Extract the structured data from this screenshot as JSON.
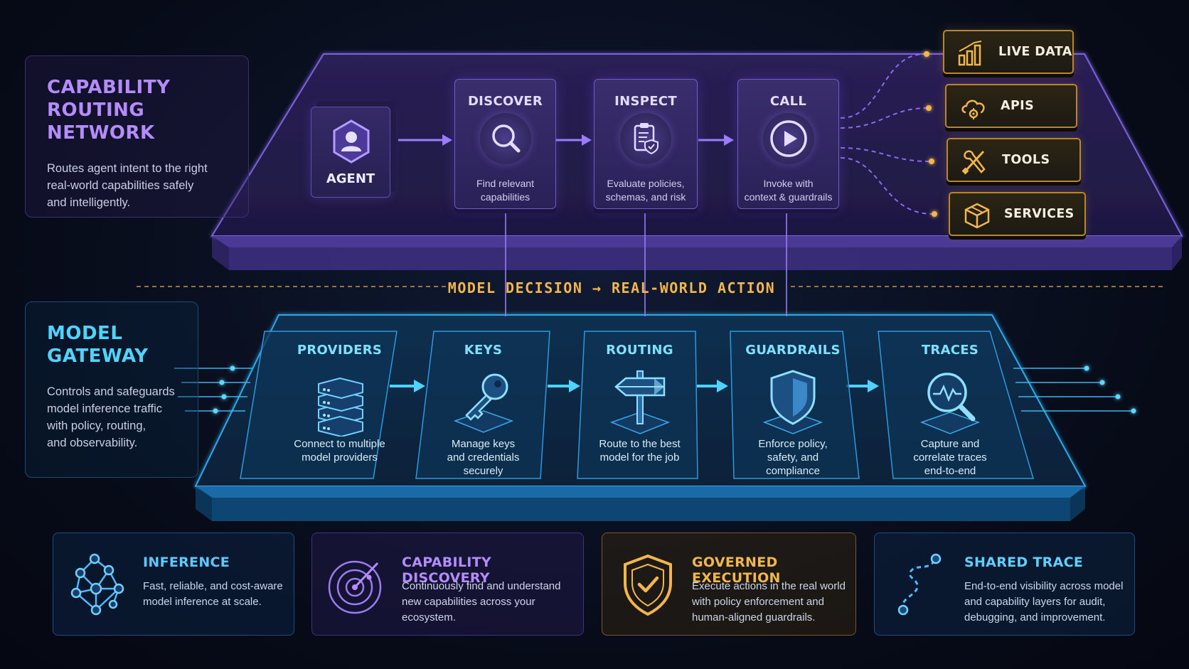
{
  "top_panel": {
    "title": "CAPABILITY\nROUTING NETWORK",
    "description": "Routes agent intent to the right\nreal-world capabilities safely\nand intelligently."
  },
  "agent": {
    "label": "AGENT",
    "icon": "user-hexagon-icon"
  },
  "top_steps": [
    {
      "title": "DISCOVER",
      "description": "Find relevant\ncapabilities",
      "icon": "search-icon"
    },
    {
      "title": "INSPECT",
      "description": "Evaluate policies,\nschemas, and risk",
      "icon": "clipboard-shield-icon"
    },
    {
      "title": "CALL",
      "description": "Invoke with\ncontext & guardrails",
      "icon": "play-icon"
    }
  ],
  "capabilities": [
    {
      "label": "LIVE DATA",
      "icon": "bar-chart-icon"
    },
    {
      "label": "APIS",
      "icon": "cloud-gear-icon"
    },
    {
      "label": "TOOLS",
      "icon": "wrench-screwdriver-icon"
    },
    {
      "label": "SERVICES",
      "icon": "cube-icon"
    }
  ],
  "divider": {
    "label": "MODEL DECISION → REAL-WORLD ACTION"
  },
  "bottom_panel": {
    "title": "MODEL\nGATEWAY",
    "description": "Controls and safeguards\nmodel inference traffic\nwith policy, routing,\nand observability."
  },
  "bottom_steps": [
    {
      "title": "PROVIDERS",
      "description": "Connect to multiple\nmodel providers",
      "icon": "server-stack-icon"
    },
    {
      "title": "KEYS",
      "description": "Manage keys\nand credentials\nsecurely",
      "icon": "key-icon"
    },
    {
      "title": "ROUTING",
      "description": "Route to the best\nmodel for the job",
      "icon": "signpost-icon"
    },
    {
      "title": "GUARDRAILS",
      "description": "Enforce policy,\nsafety, and\ncompliance",
      "icon": "shield-icon"
    },
    {
      "title": "TRACES",
      "description": "Capture and\ncorrelate traces\nend-to-end",
      "icon": "magnifier-waveform-icon"
    }
  ],
  "features": [
    {
      "title": "INFERENCE",
      "description": "Fast, reliable, and cost-aware\nmodel inference at scale.",
      "icon": "network-nodes-icon"
    },
    {
      "title": "CAPABILITY DISCOVERY",
      "description": "Continuously find and understand\nnew capabilities across your\necosystem.",
      "icon": "radar-icon"
    },
    {
      "title": "GOVERNED EXECUTION",
      "description": "Execute actions in the real world\nwith policy enforcement and\nhuman-aligned guardrails.",
      "icon": "shield-check-icon"
    },
    {
      "title": "SHARED TRACE",
      "description": "End-to-end visibility across model\nand capability layers for audit,\ndebugging, and improvement.",
      "icon": "trace-path-icon"
    }
  ],
  "colors": {
    "purple_accent": "#b48cff",
    "cyan_accent": "#4fd3ff",
    "gold_accent": "#f2b64a",
    "background": "#070b18"
  }
}
